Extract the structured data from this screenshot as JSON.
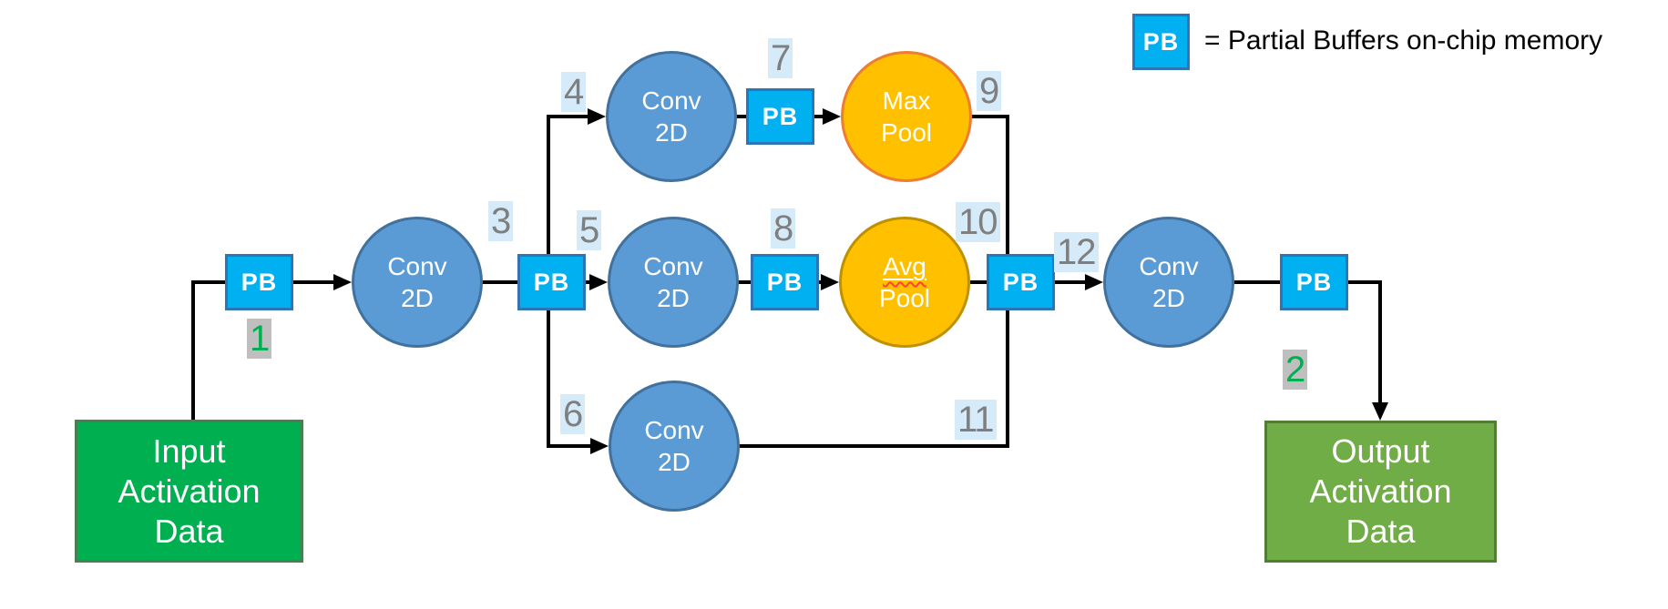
{
  "legend": {
    "pb_label": "PB",
    "text": "= Partial Buffers on-chip memory"
  },
  "boxes": {
    "input": {
      "line1": "Input",
      "line2": "Activation",
      "line3": "Data"
    },
    "output": {
      "line1": "Output",
      "line2": "Activation",
      "line3": "Data"
    }
  },
  "pb_label": "PB",
  "circles": {
    "conv1": {
      "line1": "Conv",
      "line2": "2D"
    },
    "conv_top": {
      "line1": "Conv",
      "line2": "2D"
    },
    "conv_mid": {
      "line1": "Conv",
      "line2": "2D"
    },
    "conv_bottom": {
      "line1": "Conv",
      "line2": "2D"
    },
    "conv_out": {
      "line1": "Conv",
      "line2": "2D"
    },
    "max_pool": {
      "line1": "Max",
      "line2": "Pool"
    },
    "avg_pool": {
      "line1": "Avg",
      "line2": "Pool"
    }
  },
  "steps": {
    "s1": "1",
    "s2": "2",
    "s3": "3",
    "s4": "4",
    "s5": "5",
    "s6": "6",
    "s7": "7",
    "s8": "8",
    "s9": "9",
    "s10": "10",
    "s11": "11",
    "s12": "12"
  },
  "colors": {
    "pb_fill": "#00B0F0",
    "pb_border": "#2E75B6",
    "conv_fill": "#5B9BD5",
    "conv_border": "#41719C",
    "pool_fill": "#FFC000",
    "max_pool_border": "#ED7D31",
    "avg_pool_border": "#BF9000",
    "input_fill": "#00B050",
    "output_fill": "#70AD47",
    "step_blue_bg": "#D5EBF9",
    "step_gray_bg": "#BFBFBF",
    "step_number_gray": "#7F7F7F",
    "step_number_green": "#00B050",
    "connector": "#000000"
  }
}
